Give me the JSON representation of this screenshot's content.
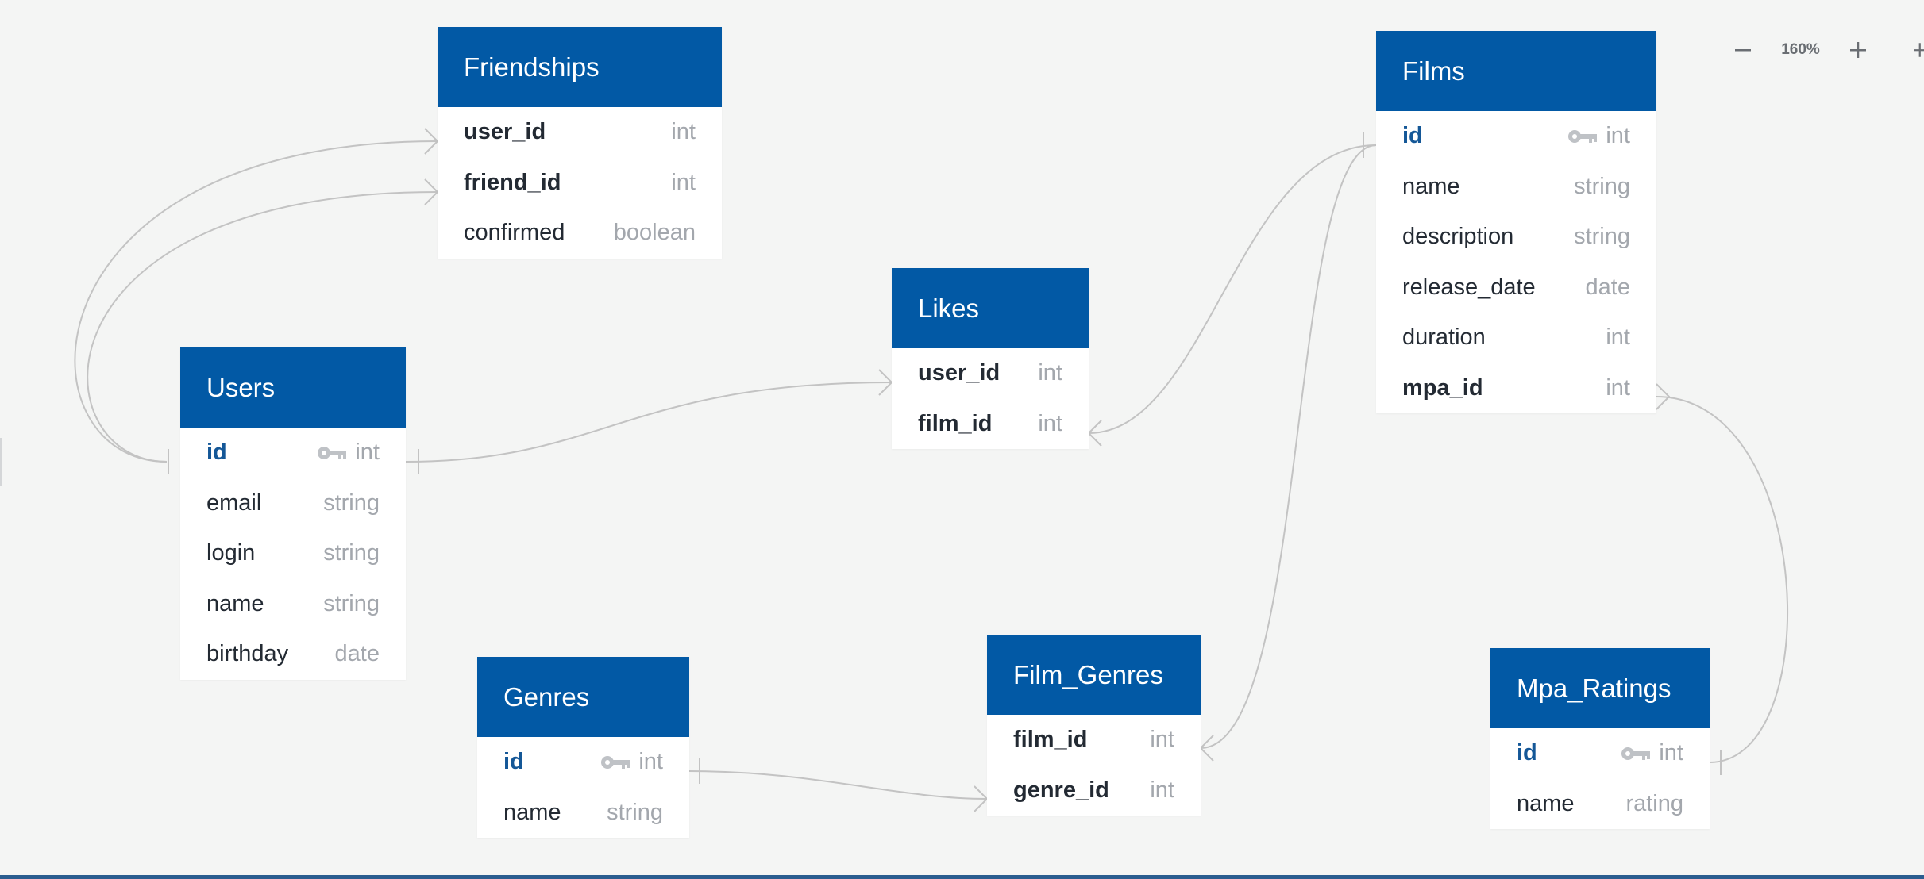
{
  "toolbar": {
    "zoom_out_icon": "minus-icon",
    "zoom_level": "160%",
    "zoom_in_icon": "plus-icon",
    "cut_icon": "plus-icon"
  },
  "colors": {
    "canvas": "#f4f5f4",
    "header": "#0259a5",
    "pk_text": "#145797",
    "type_text": "#a3a7ad",
    "edge": "#c3c3c3",
    "bottom_bar": "#2b5d8f"
  },
  "tables": [
    {
      "id": "friendships",
      "name": "Friendships",
      "fields": [
        {
          "name": "user_id",
          "type": "int",
          "pk": false,
          "fk": true
        },
        {
          "name": "friend_id",
          "type": "int",
          "pk": false,
          "fk": true
        },
        {
          "name": "confirmed",
          "type": "boolean",
          "pk": false,
          "fk": false
        }
      ]
    },
    {
      "id": "likes",
      "name": "Likes",
      "fields": [
        {
          "name": "user_id",
          "type": "int",
          "pk": false,
          "fk": true
        },
        {
          "name": "film_id",
          "type": "int",
          "pk": false,
          "fk": true
        }
      ]
    },
    {
      "id": "films",
      "name": "Films",
      "fields": [
        {
          "name": "id",
          "type": "int",
          "pk": true,
          "fk": false
        },
        {
          "name": "name",
          "type": "string",
          "pk": false,
          "fk": false
        },
        {
          "name": "description",
          "type": "string",
          "pk": false,
          "fk": false
        },
        {
          "name": "release_date",
          "type": "date",
          "pk": false,
          "fk": false
        },
        {
          "name": "duration",
          "type": "int",
          "pk": false,
          "fk": false
        },
        {
          "name": "mpa_id",
          "type": "int",
          "pk": false,
          "fk": true
        }
      ]
    },
    {
      "id": "users",
      "name": "Users",
      "fields": [
        {
          "name": "id",
          "type": "int",
          "pk": true,
          "fk": false
        },
        {
          "name": "email",
          "type": "string",
          "pk": false,
          "fk": false
        },
        {
          "name": "login",
          "type": "string",
          "pk": false,
          "fk": false
        },
        {
          "name": "name",
          "type": "string",
          "pk": false,
          "fk": false
        },
        {
          "name": "birthday",
          "type": "date",
          "pk": false,
          "fk": false
        }
      ]
    },
    {
      "id": "genres",
      "name": "Genres",
      "fields": [
        {
          "name": "id",
          "type": "int",
          "pk": true,
          "fk": false
        },
        {
          "name": "name",
          "type": "string",
          "pk": false,
          "fk": false
        }
      ]
    },
    {
      "id": "film_genres",
      "name": "Film_Genres",
      "fields": [
        {
          "name": "film_id",
          "type": "int",
          "pk": false,
          "fk": true
        },
        {
          "name": "genre_id",
          "type": "int",
          "pk": false,
          "fk": true
        }
      ]
    },
    {
      "id": "mpa_ratings",
      "name": "Mpa_Ratings",
      "fields": [
        {
          "name": "id",
          "type": "int",
          "pk": true,
          "fk": false
        },
        {
          "name": "name",
          "type": "rating",
          "pk": false,
          "fk": false
        }
      ]
    }
  ],
  "relations": [
    {
      "from_table": "users",
      "from_field": "id",
      "to_table": "friendships",
      "to_field": "user_id",
      "cardinality": "one-to-many"
    },
    {
      "from_table": "users",
      "from_field": "id",
      "to_table": "friendships",
      "to_field": "friend_id",
      "cardinality": "one-to-many"
    },
    {
      "from_table": "users",
      "from_field": "id",
      "to_table": "likes",
      "to_field": "user_id",
      "cardinality": "one-to-many"
    },
    {
      "from_table": "films",
      "from_field": "id",
      "to_table": "likes",
      "to_field": "film_id",
      "cardinality": "one-to-many"
    },
    {
      "from_table": "films",
      "from_field": "id",
      "to_table": "film_genres",
      "to_field": "film_id",
      "cardinality": "one-to-many"
    },
    {
      "from_table": "genres",
      "from_field": "id",
      "to_table": "film_genres",
      "to_field": "genre_id",
      "cardinality": "one-to-many"
    },
    {
      "from_table": "mpa_ratings",
      "from_field": "id",
      "to_table": "films",
      "to_field": "mpa_id",
      "cardinality": "one-to-many"
    }
  ]
}
